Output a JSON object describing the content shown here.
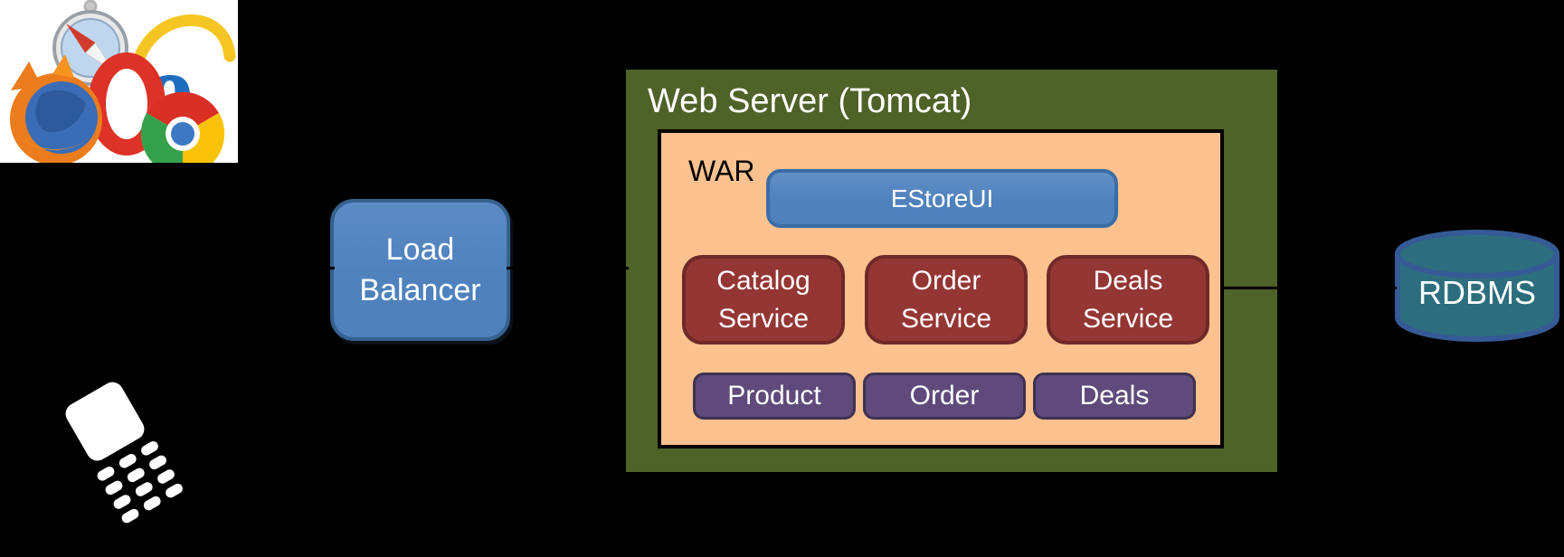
{
  "diagram": {
    "background_color": "#000000",
    "clients": {
      "browsers": {
        "icon": "browser-logos-collage",
        "browsers_shown": [
          "Safari",
          "Firefox",
          "Opera",
          "Internet Explorer",
          "Chrome"
        ]
      },
      "mobile": {
        "icon": "mobile-phone-icon",
        "color": "#ffffff"
      }
    },
    "load_balancer": {
      "label": "Load Balancer",
      "fill": "#4F81BD",
      "border": "#36618E",
      "text_color": "#ffffff"
    },
    "web_server": {
      "title": "Web Server (Tomcat)",
      "fill": "#4F6228",
      "war": {
        "label": "WAR",
        "fill": "#FBC28F",
        "border": "#000000",
        "ui": {
          "label": "EStoreUI",
          "fill": "#4F81BD",
          "border": "#3A6DA6"
        },
        "services": [
          {
            "label": "Catalog Service"
          },
          {
            "label": "Order Service"
          },
          {
            "label": "Deals Service"
          }
        ],
        "service_fill": "#943634",
        "service_border": "#6E2928",
        "models": [
          {
            "label": "Product"
          },
          {
            "label": "Order"
          },
          {
            "label": "Deals"
          }
        ],
        "model_fill": "#604A7B",
        "model_border": "#3F3151"
      }
    },
    "database": {
      "label": "RDBMS",
      "shape": "cylinder",
      "fill": "#2D6E7E",
      "border": "#365A96",
      "text_color": "#ffffff"
    },
    "connections": [
      {
        "from": "browsers",
        "to": "load-balancer",
        "color": "#000000"
      },
      {
        "from": "load-balancer",
        "to": "web-server",
        "color": "#000000"
      },
      {
        "from": "war",
        "to": "rdbms",
        "color": "#000000"
      }
    ]
  }
}
